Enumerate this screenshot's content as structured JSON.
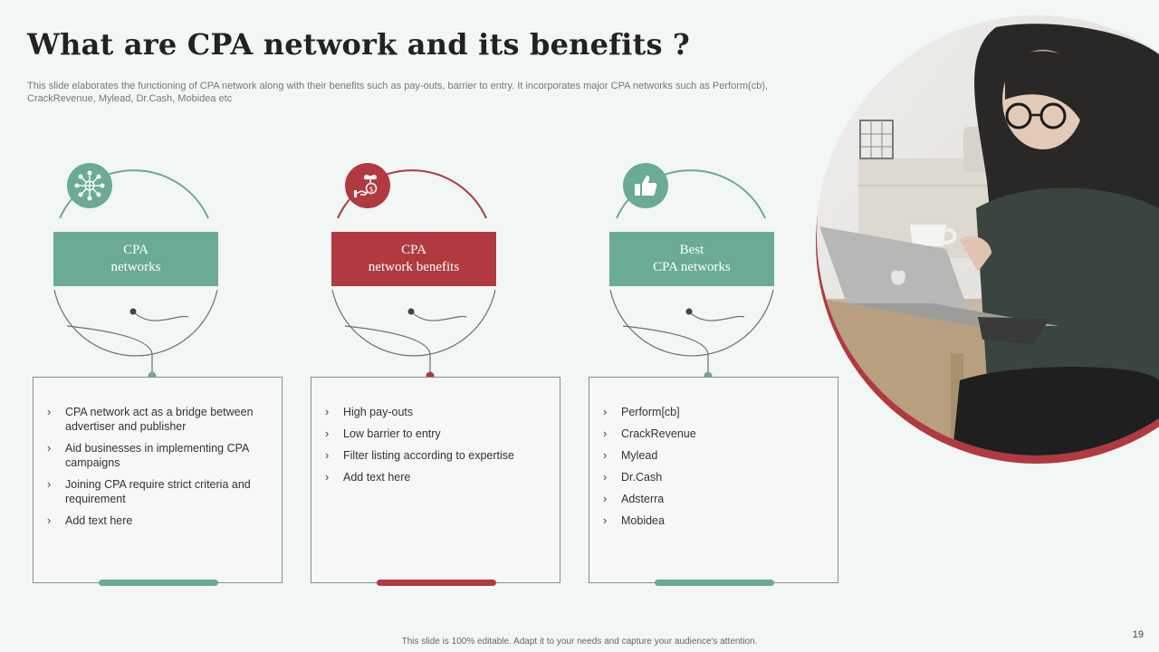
{
  "slide": {
    "title": "What are CPA network and its benefits ?",
    "subtitle": "This slide elaborates the functioning of CPA network along with their benefits such as pay-outs, barrier to entry.  It incorporates major CPA networks such as Perform(cb), CrackRevenue, Mylead,  Dr.Cash, Mobidea etc",
    "footer": "This slide is 100% editable.  Adapt it to your needs and capture your audience's attention.",
    "page_number": "19"
  },
  "colors": {
    "teal": "#6aaa96",
    "red": "#b03a40",
    "line": "#6e6e6e"
  },
  "columns": [
    {
      "icon": "network-icon",
      "heading_line1": "CPA",
      "heading_line2": "networks",
      "items": [
        "CPA network act as a bridge between advertiser  and publisher",
        "Aid businesses in implementing CPA campaigns",
        "Joining  CPA require  strict criteria and requirement",
        "Add text here"
      ]
    },
    {
      "icon": "money-plant-icon",
      "heading_line1": "CPA",
      "heading_line2": "network benefits",
      "items": [
        "High  pay-outs",
        "Low  barrier to entry",
        "Filter listing according to expertise",
        "Add text here"
      ]
    },
    {
      "icon": "thumbs-up-icon",
      "heading_line1": "Best",
      "heading_line2": "CPA networks",
      "items": [
        "Perform[cb]",
        "CrackRevenue",
        "Mylead",
        "Dr.Cash",
        "Adsterra",
        "Mobidea"
      ]
    }
  ]
}
